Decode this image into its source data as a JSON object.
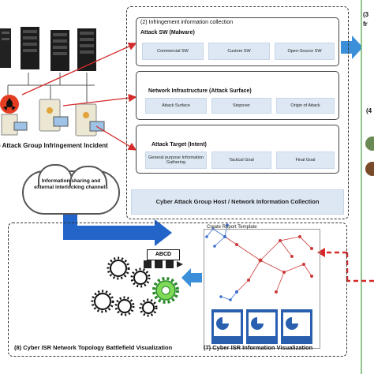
{
  "collection": {
    "title": "(2) Infringement information collection",
    "attack_sw": {
      "title": "Attack SW (Malware)",
      "items": [
        "Commercial SW",
        "Custom SW",
        "Open-Source SW"
      ]
    },
    "network_infra": {
      "title": "Network Infrastructure (Attack Surface)",
      "items": [
        "Attack Surface",
        "Stopover",
        "Origin of Attack"
      ]
    },
    "attack_target": {
      "title": "Attack Target (Intent)",
      "items": [
        "General purpose Information Gathering",
        "Tactical Goal",
        "Final Goal"
      ]
    },
    "banner": "Cyber Attack Group Host / Network Information Collection"
  },
  "incident_label": ") Attack Group Infringement Incident",
  "cloud_text": "Information sharing and external interlocking channels",
  "abcd_label": "ABCD",
  "create_report_label": "Create Report Template",
  "viz8_label": "(8) Cyber ISR Network Topology Battlefield Visualization",
  "viz7_label": "(7) Cyber ISR Information Visualization",
  "right_clip": {
    "line1": "(3",
    "line2": "fr",
    "marker": "(4"
  }
}
